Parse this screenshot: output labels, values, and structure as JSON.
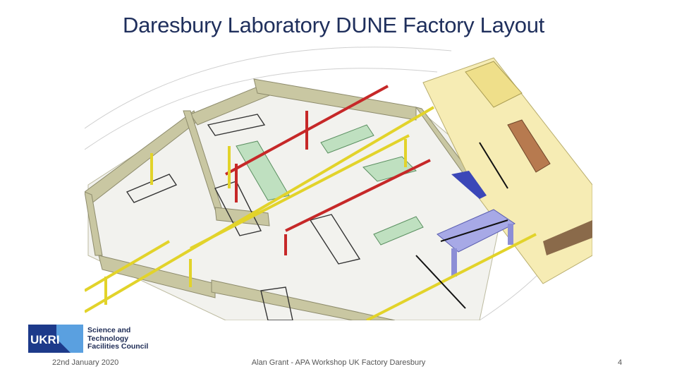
{
  "slide": {
    "title": "Daresbury Laboratory DUNE Factory Layout",
    "footer_date": "22nd January 2020",
    "footer_center": "Alan Grant - APA Workshop UK Factory Daresbury",
    "page_number": "4"
  },
  "logo": {
    "letters": "UKRI",
    "line1": "Science and",
    "line2": "Technology",
    "line3": "Facilities Council"
  },
  "colors": {
    "title": "#1f2f5c",
    "wall": "#c9c7a2",
    "floor": "#f3f3ef",
    "crane_yellow": "#e6d82a",
    "rail_red": "#c62828",
    "cleanroom": "#f5e9a8",
    "logo_blue": "#1d3a8a"
  }
}
